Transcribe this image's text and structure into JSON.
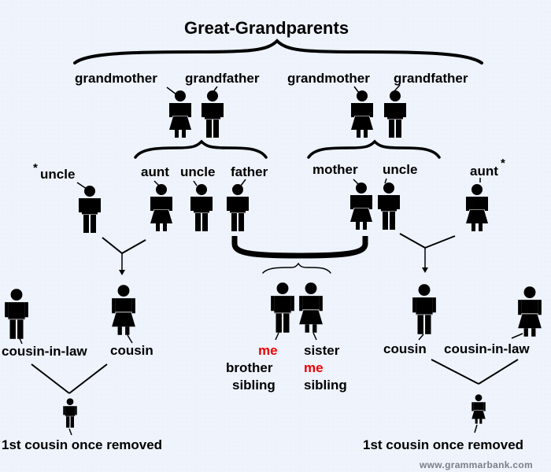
{
  "title": "Great-Grandparents",
  "watermark": "www.grammarbank.com",
  "colors": {
    "background": "#eef3fc",
    "text": "#000000",
    "highlight": "#ee0000",
    "watermark": "#7a7f88"
  },
  "generation_1": {
    "left_pair": {
      "female": "grandmother",
      "male": "grandfather"
    },
    "right_pair": {
      "female": "grandmother",
      "male": "grandfather"
    }
  },
  "generation_2": {
    "left_side": {
      "uncle_in_law": "uncle",
      "uncle_in_law_marker": "*",
      "aunt": "aunt",
      "uncle": "uncle",
      "father": "father"
    },
    "right_side": {
      "mother": "mother",
      "uncle": "uncle",
      "aunt_in_law": "aunt",
      "aunt_in_law_marker": "*"
    }
  },
  "generation_3": {
    "left_cousins": {
      "cousin_in_law": "cousin-in-law",
      "cousin": "cousin"
    },
    "siblings": {
      "male": {
        "line1": "me",
        "line2": "brother",
        "line3": "sibling"
      },
      "female": {
        "line1": "sister",
        "line2": "me",
        "line3": "sibling"
      }
    },
    "right_cousins": {
      "cousin": "cousin",
      "cousin_in_law": "cousin-in-law"
    }
  },
  "generation_4": {
    "left_child": "1st cousin once removed",
    "right_child": "1st cousin once removed"
  }
}
